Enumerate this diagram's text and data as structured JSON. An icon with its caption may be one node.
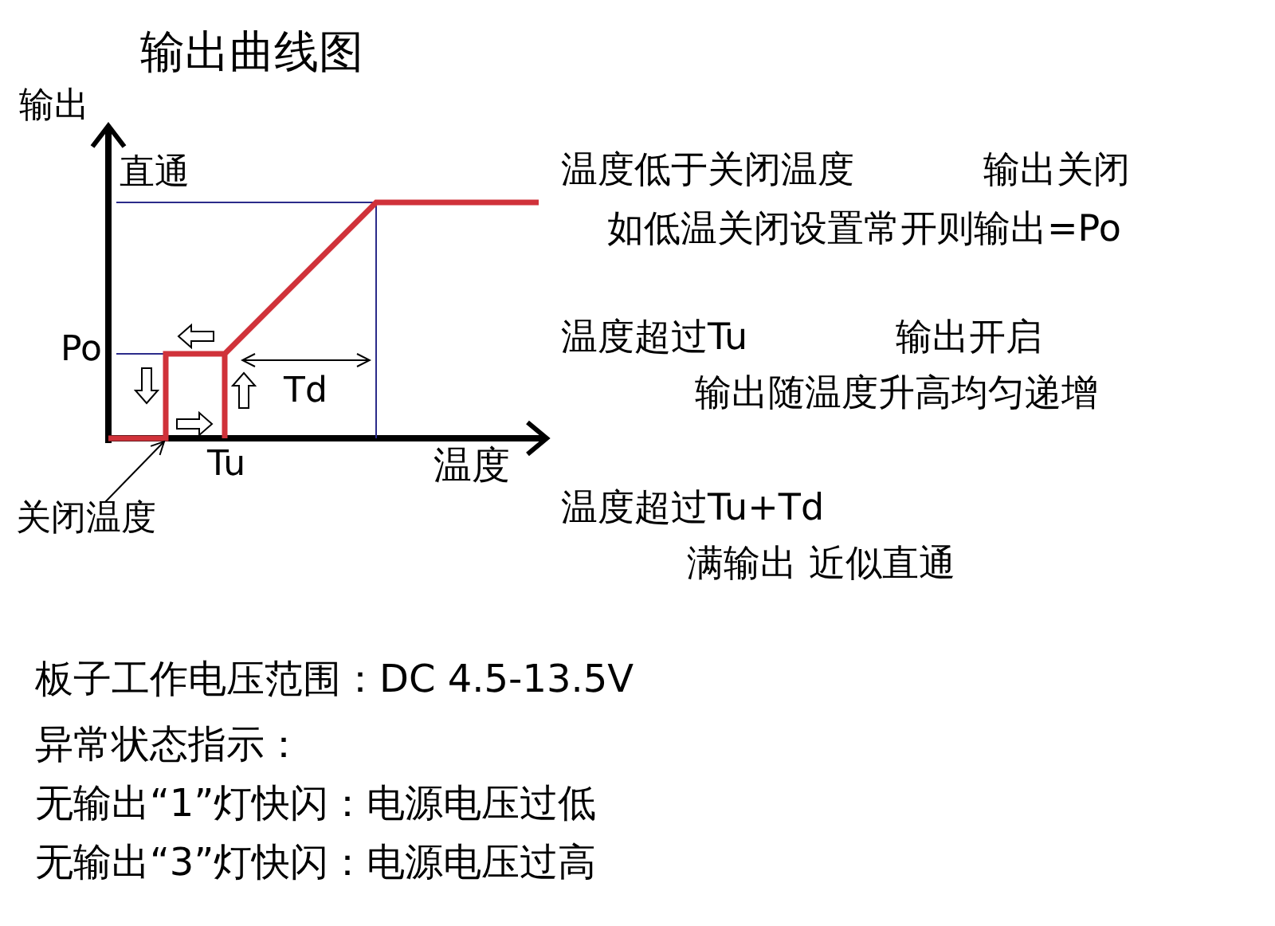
{
  "diagram": {
    "title": "输出曲线图",
    "nodes": [
      {
        "text": [
          "关闭温度"
        ]
      },
      {
        "text": [],
        "shape": "line"
      }
    ],
    "edges": [
      {
        "from": 0,
        "to": 1,
        "arrow": "to"
      }
    ],
    "labels": [
      "输出",
      "直通",
      "Po",
      "Td",
      "Tu",
      "温度",
      "温度低于关闭温度",
      "输出关闭",
      "如低温关闭设置常开则输出=Po",
      "温度超过Tu",
      "输出开启",
      "输出随温度升高均匀递增",
      "温度超过Tu+Td",
      "满输出 近似直通",
      "板子工作电压范围：DC 4.5-13.5V",
      "异常状态指示：",
      "无输出“1”灯快闪：电源电压过低",
      "无输出“3”灯快闪：电源电压过高"
    ]
  }
}
